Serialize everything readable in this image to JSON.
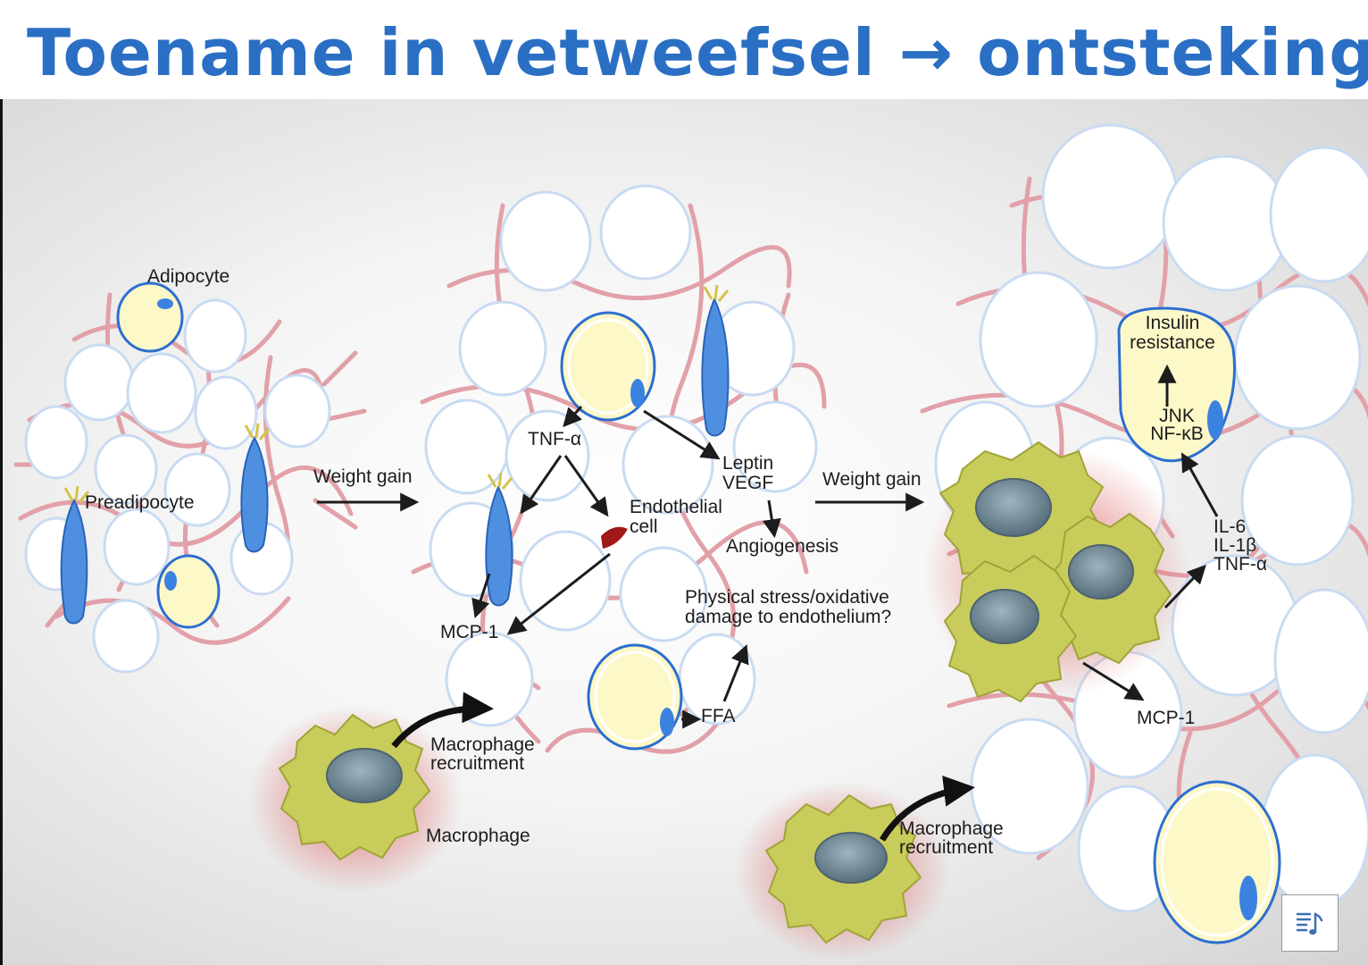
{
  "slide": {
    "title": "Toename in vetweefsel → ontsteking"
  },
  "diagram": {
    "stage1": {
      "adipocyte": "Adipocyte",
      "preadipocyte": "Preadipocyte"
    },
    "transition1": "Weight gain",
    "stage2": {
      "tnf_alpha": "TNF-α",
      "endothelial_cell": "Endothelial\ncell",
      "leptin_vegf": "Leptin\nVEGF",
      "angiogenesis": "Angiogenesis",
      "physical_stress": "Physical stress/oxidative\ndamage to endothelium?",
      "mcp1": "MCP-1",
      "ffa": "FFA",
      "macrophage_recruitment": "Macrophage\nrecruitment",
      "macrophage": "Macrophage"
    },
    "transition2": "Weight gain",
    "stage3": {
      "insulin_resistance": "Insulin\nresistance",
      "jnk_nfkb": "JNK\nNF-κB",
      "cytokines": "IL-6\nIL-1β\nTNF-α",
      "mcp1": "MCP-1",
      "macrophage_recruitment": "Macrophage\nrecruitment"
    }
  },
  "controls": {
    "playlist_icon": "playlist-music-icon"
  },
  "colors": {
    "title": "#2a6fc4",
    "adipocyte_fill": "#fdf8c8",
    "cell_outline": "#c9dbf1",
    "capillary": "#e2a0a8",
    "preadipocyte": "#4f8fe0",
    "macrophage": "#c8cc5a",
    "macrophage_nucleus": "#6f8a9a",
    "inflammation": "#d85a5a"
  }
}
